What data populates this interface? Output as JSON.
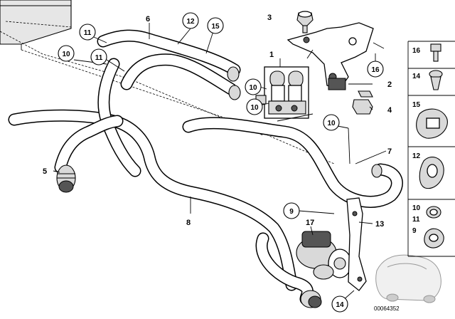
{
  "diagram": {
    "callouts_plain": [
      {
        "id": "c1",
        "text": "1"
      },
      {
        "id": "c2",
        "text": "2"
      },
      {
        "id": "c3",
        "text": "3"
      },
      {
        "id": "c4",
        "text": "4"
      },
      {
        "id": "c5",
        "text": "5"
      },
      {
        "id": "c6",
        "text": "6"
      },
      {
        "id": "c7",
        "text": "7"
      },
      {
        "id": "c8",
        "text": "8"
      },
      {
        "id": "c13",
        "text": "13"
      }
    ],
    "callouts_circled": [
      {
        "id": "cc12",
        "text": "12"
      },
      {
        "id": "cc15",
        "text": "15"
      },
      {
        "id": "cc11a",
        "text": "11"
      },
      {
        "id": "cc10a",
        "text": "10"
      },
      {
        "id": "cc11b",
        "text": "11"
      },
      {
        "id": "cc10b",
        "text": "10"
      },
      {
        "id": "cc10c",
        "text": "10"
      },
      {
        "id": "cc10d",
        "text": "10"
      },
      {
        "id": "cc16",
        "text": "16"
      },
      {
        "id": "cc9",
        "text": "9"
      },
      {
        "id": "cc17",
        "text": "17"
      },
      {
        "id": "cc14",
        "text": "14"
      }
    ],
    "sidebar": [
      {
        "id": "s16",
        "text": "16"
      },
      {
        "id": "s14",
        "text": "14"
      },
      {
        "id": "s15",
        "text": "15"
      },
      {
        "id": "s12",
        "text": "12"
      },
      {
        "id": "s10",
        "text": "10"
      },
      {
        "id": "s11",
        "text": "11"
      },
      {
        "id": "s9",
        "text": "9"
      }
    ],
    "watermark": "00064352"
  }
}
